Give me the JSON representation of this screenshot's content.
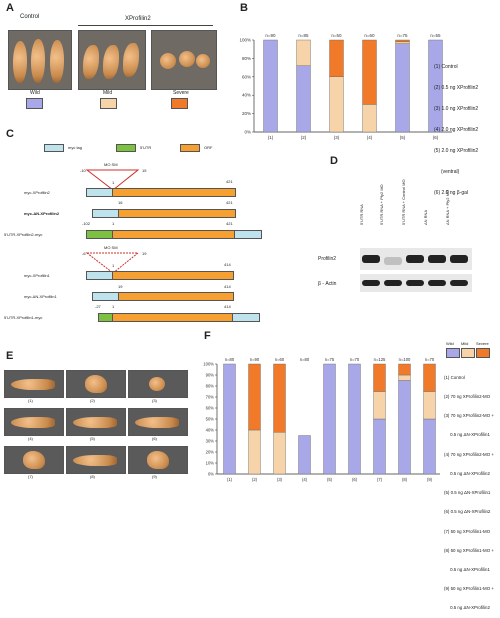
{
  "colors": {
    "wild": "#a8a8e8",
    "mild": "#f6d3a8",
    "severe": "#f07a2a",
    "myc": "#bfe3ec",
    "utr": "#7dc142",
    "orf": "#f5a030"
  },
  "panelA": {
    "label": "A",
    "control": "Control",
    "xp": "XProfilin2",
    "wild": "Wild",
    "mild": "Mild",
    "severe": "Severe"
  },
  "panelB": {
    "label": "B",
    "legend": [
      "(1) Control",
      "(2) 0.5 ng XProfilin2",
      "(3) 1.0 ng XProfilin2",
      "(4) 2.0 ng XProfilin2",
      "(5) 2.0 ng XProfilin2",
      "     (ventral)",
      "(6) 2.0 ng β-gal"
    ],
    "chart_data": {
      "type": "bar",
      "categories": [
        "(1)",
        "(2)",
        "(3)",
        "(4)",
        "(5)",
        "(6)"
      ],
      "n_labels": [
        "n=90",
        "n=85",
        "n=50",
        "n=60",
        "n=75",
        "n=55"
      ],
      "series": [
        {
          "name": "Wild",
          "values": [
            100,
            72,
            0,
            0,
            96,
            100
          ]
        },
        {
          "name": "Mild",
          "values": [
            0,
            28,
            60,
            30,
            2,
            0
          ]
        },
        {
          "name": "Severe",
          "values": [
            0,
            0,
            40,
            70,
            2,
            0
          ]
        }
      ],
      "yticks": [
        "100%",
        "80%",
        "60%",
        "40%",
        "20%",
        "0%"
      ],
      "ylim": [
        0,
        100
      ]
    }
  },
  "panelC": {
    "label": "C",
    "legend": {
      "myc": "myc tag",
      "utr": "5'UTR",
      "orf": "ORF"
    },
    "constructs": [
      {
        "name": "myc-XProfilin2",
        "mo": "MO SM",
        "left": "-10",
        "right": "15",
        "start": "1",
        "end": "421"
      },
      {
        "name": "myc-ΔN-XProfilin2",
        "start": "16",
        "end": "421"
      },
      {
        "name": "5'UTR-XProfilin2-myc",
        "start": "-102",
        "one": "1",
        "end": "421"
      },
      {
        "name": "myc-XProfilin1",
        "mo": "MO SM",
        "left": "-6",
        "right": "19",
        "start": "1",
        "end": "414"
      },
      {
        "name": "myc-ΔN-XProfilin1",
        "start": "19",
        "end": "414"
      },
      {
        "name": "5'UTR-XProfilin1-myc",
        "start": "-27",
        "one": "1",
        "end": "414"
      }
    ]
  },
  "panelD": {
    "label": "D",
    "lanes": [
      "5'UTR RNA",
      "5'UTR RNA + Pfy2 MO",
      "5'UTR RNA + Control MO",
      "ΔN RNA",
      "ΔN RNA + Pfy2 MO"
    ],
    "rows": [
      "Profilin2",
      "β - Actin"
    ]
  },
  "panelE": {
    "label": "E",
    "captions": [
      "(1)",
      "(2)",
      "(3)",
      "(4)",
      "(5)",
      "(6)",
      "(7)",
      "(8)",
      "(9)"
    ]
  },
  "panelF": {
    "label": "F",
    "key": {
      "wild": "Wild",
      "mild": "Mild",
      "severe": "Severe"
    },
    "legend": [
      "(1) Control",
      "(2) 70 ng XProfilin2-MO",
      "(3) 70 ng XProfilin2-MO +",
      "     0.5 ng ΔN-XProfilin1",
      "(4) 70 ng XProfilin2-MO +",
      "     0.5 ng ΔN-XProfilin2",
      "(5) 0.5 ng ΔN-XProfilin1",
      "(6) 0.5 ng ΔN-XProfilin2",
      "(7) 50 ng XProfilin1-MO",
      "(8) 50 ng XProfilin1-MO +",
      "     0.5 ng ΔN-XProfilin1",
      "(9) 50 ng XProfilin1-MO +",
      "     0.5 ng ΔN-XProfilin2"
    ],
    "chart_data": {
      "type": "bar",
      "categories": [
        "(1)",
        "(2)",
        "(3)",
        "(4)",
        "(5)",
        "(6)",
        "(7)",
        "(8)",
        "(9)"
      ],
      "n_labels": [
        "n=80",
        "n=90",
        "n=60",
        "n=80",
        "n=75",
        "n=70",
        "n=125",
        "n=100",
        "n=70"
      ],
      "series": [
        {
          "name": "Wild",
          "values": [
            100,
            0,
            0,
            35,
            100,
            100,
            50,
            85,
            50
          ]
        },
        {
          "name": "Mild",
          "values": [
            0,
            40,
            38,
            0,
            0,
            0,
            25,
            5,
            25
          ]
        },
        {
          "name": "Severe",
          "values": [
            0,
            60,
            62,
            0,
            0,
            0,
            25,
            10,
            25
          ]
        }
      ],
      "yticks": [
        "100%",
        "90%",
        "80%",
        "70%",
        "60%",
        "50%",
        "40%",
        "30%",
        "20%",
        "10%",
        "0%"
      ],
      "ylim": [
        0,
        100
      ]
    }
  }
}
